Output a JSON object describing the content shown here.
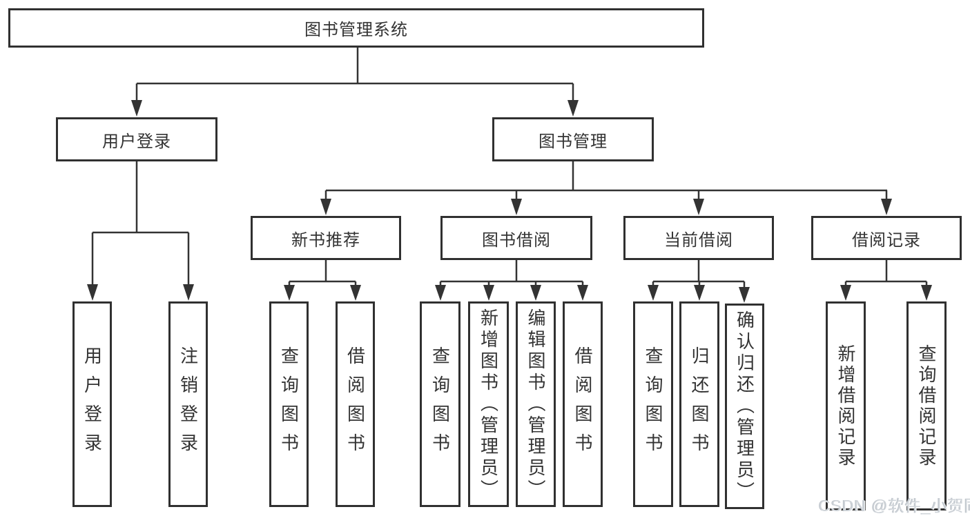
{
  "diagram": {
    "root": "图书管理系统",
    "branches": [
      {
        "label": "用户登录",
        "children": [
          "用户登录",
          "注销登录"
        ]
      },
      {
        "label": "图书管理",
        "sections": [
          {
            "label": "新书推荐",
            "children": [
              "查询图书",
              "借阅图书"
            ]
          },
          {
            "label": "图书借阅",
            "children": [
              "查询图书",
              "新增图书（管理员）",
              "编辑图书（管理员）",
              "借阅图书"
            ]
          },
          {
            "label": "当前借阅",
            "children": [
              "查询图书",
              "归还图书",
              "确认归还（管理员）"
            ]
          },
          {
            "label": "借阅记录",
            "children": [
              "新增借阅记录",
              "查询借阅记录"
            ]
          }
        ]
      }
    ]
  },
  "watermark": "CSDN @软件_小贺同学",
  "colors": {
    "line": "#333333",
    "text": "#333333",
    "box_fill": "#ffffff",
    "watermark": "#cfd4d9"
  }
}
